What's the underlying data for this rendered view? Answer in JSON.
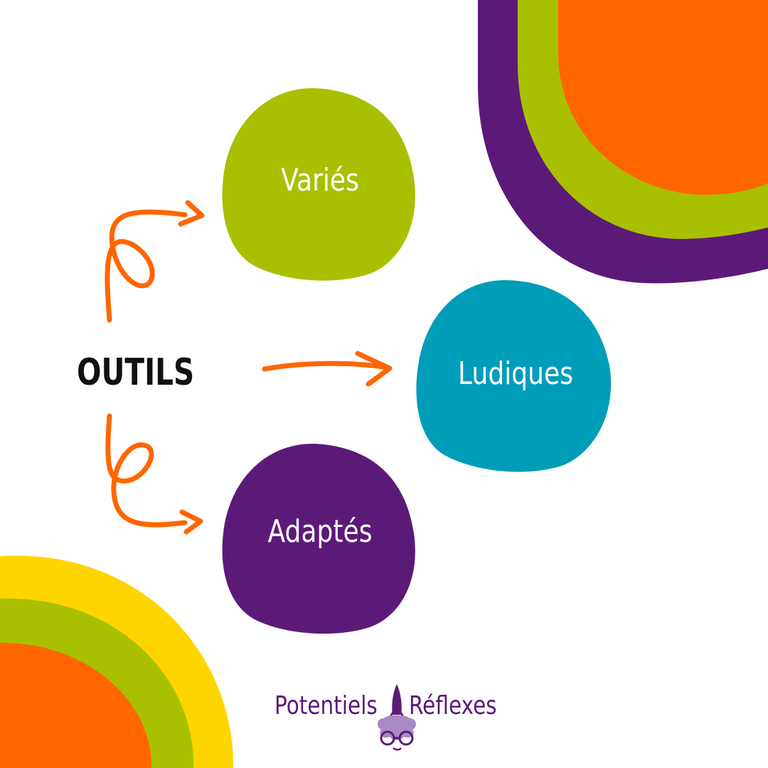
{
  "colors": {
    "orange": "#ff6600",
    "green": "#a9c000",
    "purple": "#5c1a78",
    "teal": "#009db8",
    "yellow": "#ffd500",
    "text_dark": "#111111",
    "white": "#ffffff"
  },
  "diagram": {
    "center_label": "OUTILS",
    "nodes": [
      {
        "id": "varies",
        "label": "Variés",
        "color": "green"
      },
      {
        "id": "ludiques",
        "label": "Ludiques",
        "color": "teal"
      },
      {
        "id": "adaptes",
        "label": "Adaptés",
        "color": "purple"
      }
    ],
    "edges": [
      {
        "from": "outils",
        "to": "varies"
      },
      {
        "from": "outils",
        "to": "ludiques"
      },
      {
        "from": "outils",
        "to": "adaptes"
      }
    ]
  },
  "brand": {
    "left_word": "Potentiels",
    "right_word": "Réflexes",
    "logo_icon": "rocket-brain-glasses-icon"
  }
}
